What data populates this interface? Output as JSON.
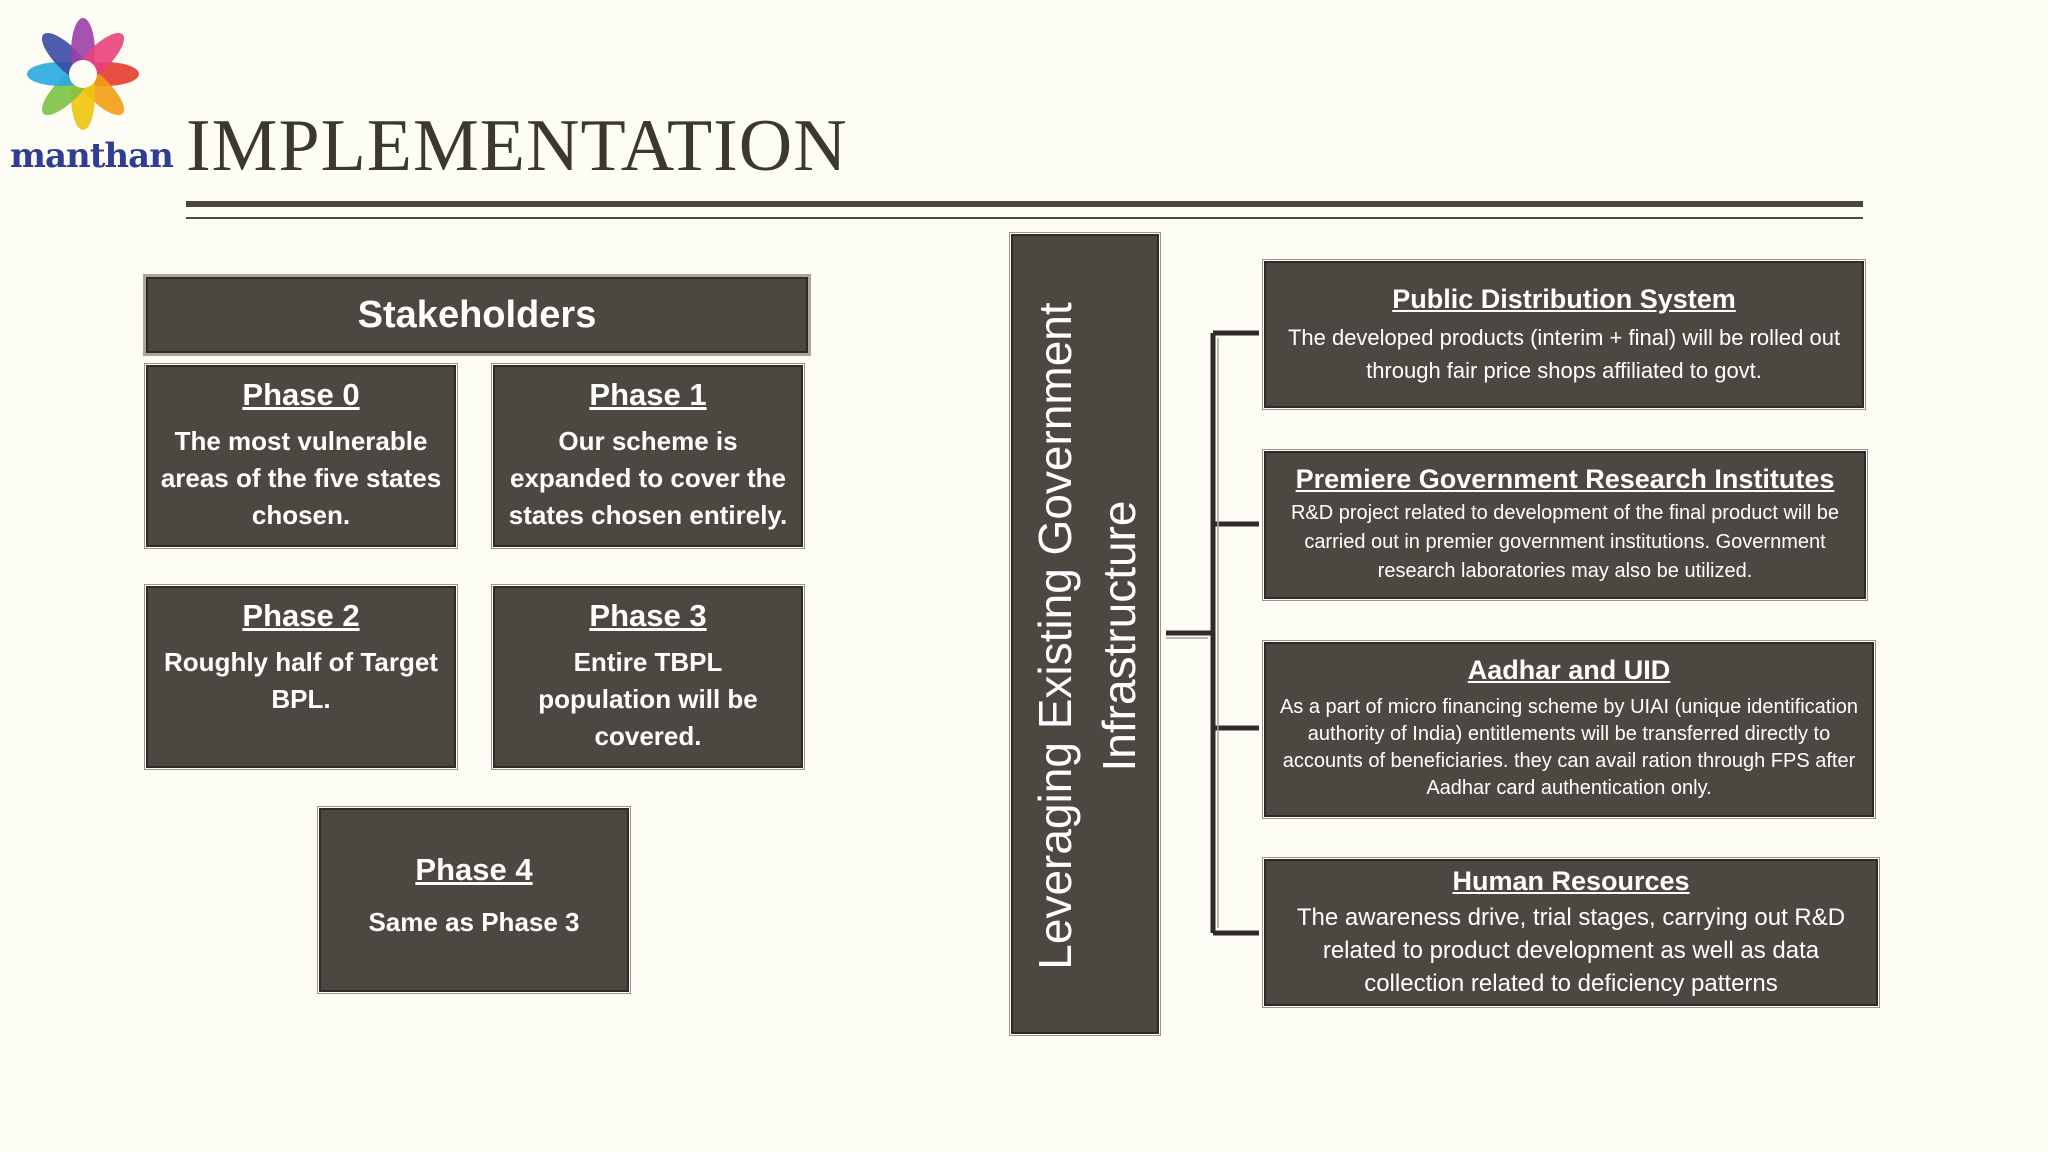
{
  "header": {
    "logo_text": "manthan",
    "title": "IMPLEMENTATION"
  },
  "stakeholders": {
    "heading": "Stakeholders",
    "phases": [
      {
        "title": "Phase 0",
        "text": "The most vulnerable areas of the five states chosen."
      },
      {
        "title": "Phase 1",
        "text": "Our scheme is expanded to cover the states chosen entirely."
      },
      {
        "title": "Phase 2",
        "text": "Roughly half of Target BPL."
      },
      {
        "title": "Phase 3",
        "text": "Entire TBPL population will be covered."
      },
      {
        "title": "Phase 4",
        "text": "Same as Phase 3"
      }
    ]
  },
  "infrastructure": {
    "label": "Leveraging Existing Government Infrastructure",
    "items": [
      {
        "title": "Public Distribution System",
        "text": "The developed products (interim + final) will be rolled out through fair price shops affiliated to govt."
      },
      {
        "title": "Premiere Government Research Institutes",
        "text": "R&D project related to development of the final product will be carried out in premier government institutions. Government research laboratories may also be utilized."
      },
      {
        "title": "Aadhar and UID",
        "text": "As a part of micro financing scheme by UIAI (unique identification authority of India) entitlements will be transferred directly to accounts of beneficiaries. they can avail ration through FPS after Aadhar card authentication only."
      },
      {
        "title": "Human Resources",
        "text": "The awareness drive, trial stages, carrying out R&D related to product development as well as data collection related to deficiency patterns"
      }
    ]
  },
  "colors": {
    "background": "#fdfcf5",
    "box_fill": "#4d4742",
    "title_text": "#3b3832",
    "logo_text": "#2f3d92"
  }
}
